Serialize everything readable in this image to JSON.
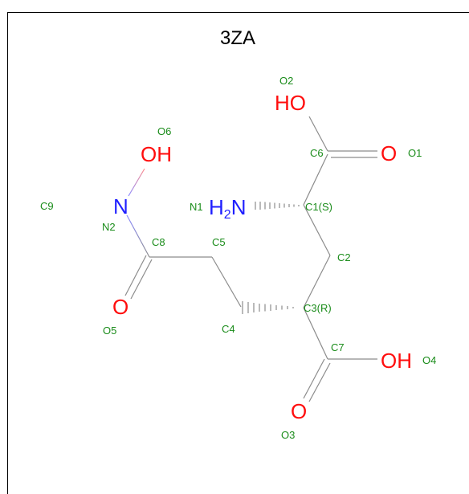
{
  "title": "3ZA",
  "colors": {
    "oxygen": "#ff0d0d",
    "nitrogen": "#1f1fff",
    "label": "#1a8c1a",
    "bond": "#8c8c8c"
  },
  "atoms": {
    "o2_text": "HO",
    "o6_text": "OH",
    "o1_text": "O",
    "o4_text": "OH",
    "o3_text": "O",
    "o5_text": "O",
    "n2_text": "N",
    "n1_h": "H",
    "n1_sub": "2",
    "n1_n": "N"
  },
  "labels": {
    "O2": "O2",
    "O6": "O6",
    "C6": "C6",
    "O1": "O1",
    "N1": "N1",
    "C1": "C1(S)",
    "C9": "C9",
    "N2": "N2",
    "C8": "C8",
    "C5": "C5",
    "C2": "C2",
    "C3": "C3(R)",
    "C4": "C4",
    "O5": "O5",
    "C7": "C7",
    "O4": "O4",
    "O3": "O3"
  }
}
